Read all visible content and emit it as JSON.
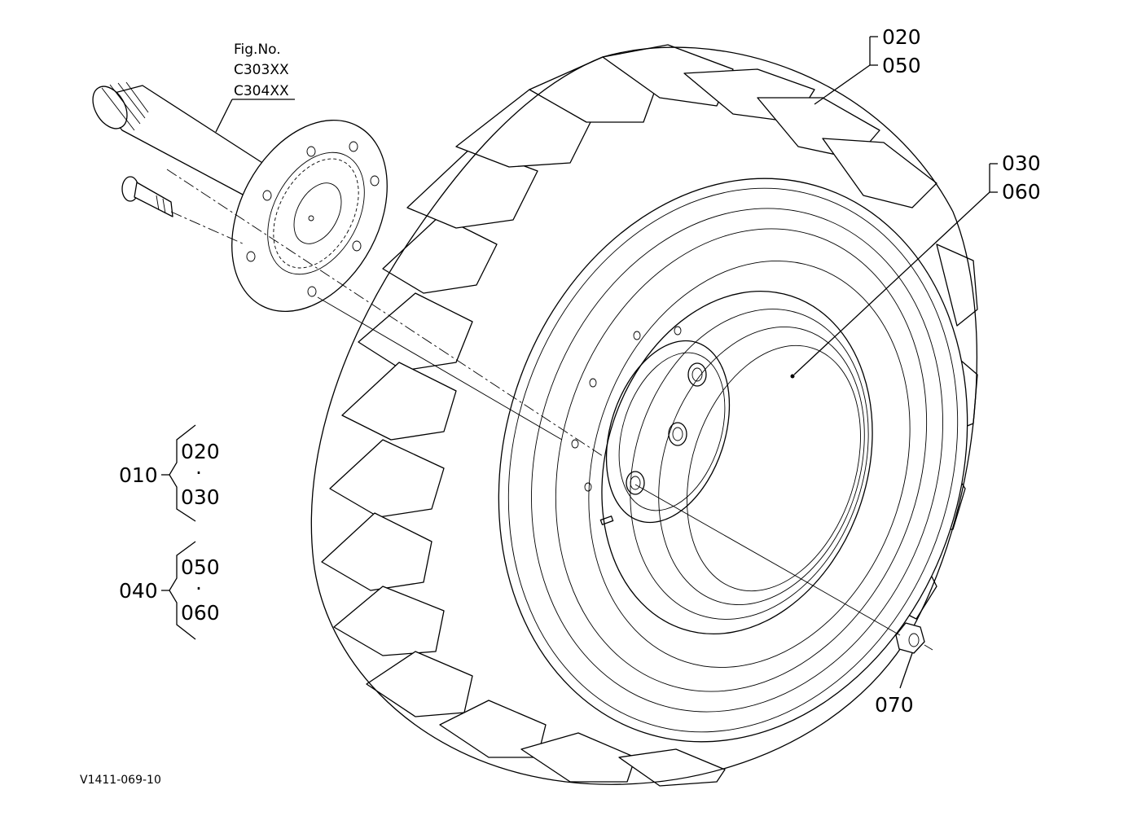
{
  "figure": {
    "fig_no_label": "Fig.No.",
    "fig_refs": [
      "C303XX",
      "C304XX"
    ],
    "drawing_id": "V1411-069-10"
  },
  "callouts": {
    "tire_top": [
      "020",
      "050"
    ],
    "rim_right": [
      "030",
      "060"
    ],
    "nut": "070"
  },
  "assemblies": [
    {
      "id": "010",
      "parts": [
        "020",
        "030"
      ]
    },
    {
      "id": "040",
      "parts": [
        "050",
        "060"
      ]
    }
  ],
  "separator_dot": "·"
}
